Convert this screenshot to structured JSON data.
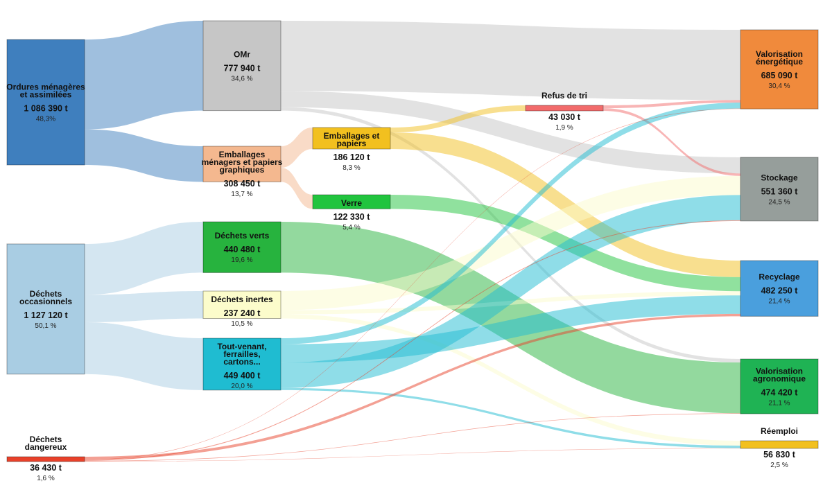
{
  "chart_data": {
    "type": "sankey",
    "unit": "t",
    "nodes": [
      {
        "id": "ordures",
        "lines": [
          "Ordures ménagères",
          "et assimilées"
        ],
        "value": "1 086 390 t",
        "pct": "48,3%",
        "color": "#3f7fbe"
      },
      {
        "id": "occas",
        "lines": [
          "Déchets",
          "occasionnels"
        ],
        "value": "1 127 120 t",
        "pct": "50,1 %",
        "color": "#a9cde3"
      },
      {
        "id": "dangereux",
        "lines": [
          "Déchets",
          "dangereux"
        ],
        "value": "36 430 t",
        "pct": "1,6 %",
        "color": "#e8412a"
      },
      {
        "id": "omr",
        "lines": [
          "OMr"
        ],
        "value": "777 940 t",
        "pct": "34,6 %",
        "color": "#c6c6c6"
      },
      {
        "id": "emb",
        "lines": [
          "Emballages",
          "ménagers et papiers",
          "graphiques"
        ],
        "value": "308 450 t",
        "pct": "13,7 %",
        "color": "#f4b88f"
      },
      {
        "id": "verts",
        "lines": [
          "Déchets verts"
        ],
        "value": "440 480 t",
        "pct": "19,6 %",
        "color": "#27b33e"
      },
      {
        "id": "inertes",
        "lines": [
          "Déchets inertes"
        ],
        "value": "237 240 t",
        "pct": "10,5 %",
        "color": "#fcfccb"
      },
      {
        "id": "tout",
        "lines": [
          "Tout-venant,",
          "ferrailles,",
          "cartons..."
        ],
        "value": "449 400 t",
        "pct": "20,0 %",
        "color": "#1fbcd1"
      },
      {
        "id": "embpap",
        "lines": [
          "Emballages et",
          "papiers"
        ],
        "value": "186 120 t",
        "pct": "8,3 %",
        "color": "#f2c01f"
      },
      {
        "id": "verre",
        "lines": [
          "Verre"
        ],
        "value": "122 330 t",
        "pct": "5,4 %",
        "color": "#21c43e"
      },
      {
        "id": "refus",
        "lines": [
          "Refus de tri"
        ],
        "value": "43 030 t",
        "pct": "1,9 %",
        "color": "#f26b6b"
      },
      {
        "id": "valen",
        "lines": [
          "Valorisation",
          "énergétique"
        ],
        "value": "685 090 t",
        "pct": "30,4 %",
        "color": "#f08a3c"
      },
      {
        "id": "stock",
        "lines": [
          "Stockage"
        ],
        "value": "551 360 t",
        "pct": "24,5 %",
        "color": "#969e9b"
      },
      {
        "id": "recy",
        "lines": [
          "Recyclage"
        ],
        "value": "482 250 t",
        "pct": "21,4 %",
        "color": "#4a9fdd"
      },
      {
        "id": "valag",
        "lines": [
          "Valorisation",
          "agronomique"
        ],
        "value": "474 420 t",
        "pct": "21,1 %",
        "color": "#1fb354"
      },
      {
        "id": "reemp",
        "lines": [
          "Réemploi"
        ],
        "value": "56 830 t",
        "pct": "2,5 %",
        "color": "#f2c01f"
      }
    ],
    "links": [
      {
        "source": "ordures",
        "target": "omr",
        "value": 777940
      },
      {
        "source": "ordures",
        "target": "emb",
        "value": 308450
      },
      {
        "source": "occas",
        "target": "verts",
        "value": 440480
      },
      {
        "source": "occas",
        "target": "inertes",
        "value": 237240
      },
      {
        "source": "occas",
        "target": "tout",
        "value": 449400
      },
      {
        "source": "emb",
        "target": "embpap",
        "value": 186120
      },
      {
        "source": "emb",
        "target": "verre",
        "value": 122330
      },
      {
        "source": "omr",
        "target": "valen",
        "value": 608000
      },
      {
        "source": "omr",
        "target": "stock",
        "value": 140000
      },
      {
        "source": "omr",
        "target": "valag",
        "value": 29940
      },
      {
        "source": "embpap",
        "target": "refus",
        "value": 43030
      },
      {
        "source": "embpap",
        "target": "recy",
        "value": 143090
      },
      {
        "source": "verre",
        "target": "recy",
        "value": 122330
      },
      {
        "source": "refus",
        "target": "valen",
        "value": 22000
      },
      {
        "source": "refus",
        "target": "stock",
        "value": 21030
      },
      {
        "source": "verts",
        "target": "valag",
        "value": 440480
      },
      {
        "source": "inertes",
        "target": "stock",
        "value": 165000
      },
      {
        "source": "inertes",
        "target": "recy",
        "value": 36000
      },
      {
        "source": "inertes",
        "target": "reemp",
        "value": 36240
      },
      {
        "source": "tout",
        "target": "valen",
        "value": 52000
      },
      {
        "source": "tout",
        "target": "recy",
        "value": 160000
      },
      {
        "source": "tout",
        "target": "stock",
        "value": 219000
      },
      {
        "source": "tout",
        "target": "reemp",
        "value": 18400
      },
      {
        "source": "dangereux",
        "target": "recy",
        "value": 20830
      },
      {
        "source": "dangereux",
        "target": "valen",
        "value": 3090
      },
      {
        "source": "dangereux",
        "target": "stock",
        "value": 6330
      },
      {
        "source": "dangereux",
        "target": "valag",
        "value": 4000
      },
      {
        "source": "dangereux",
        "target": "reemp",
        "value": 2180
      }
    ]
  }
}
